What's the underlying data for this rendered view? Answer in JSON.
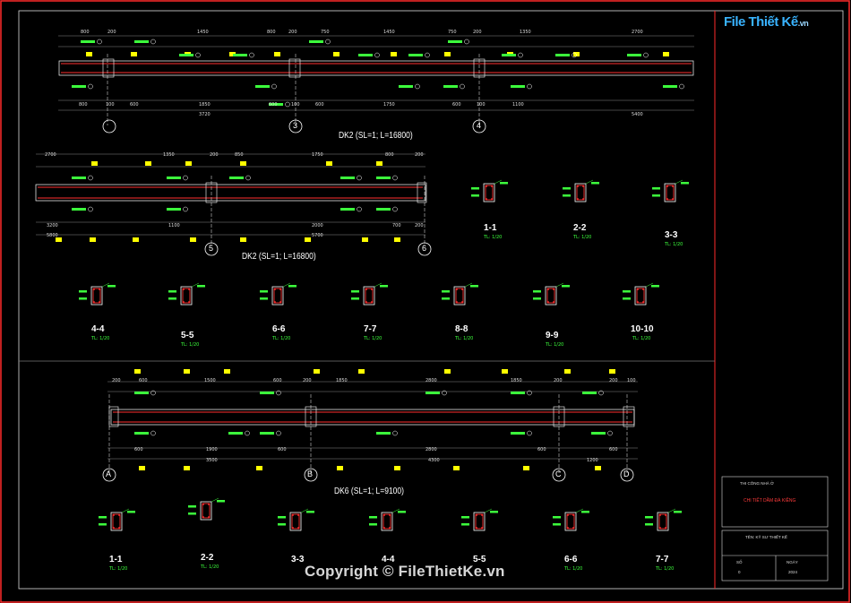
{
  "logo": {
    "brand": "File Thiết Kế",
    "suffix": ".vn"
  },
  "watermark": "Copyright © FileThietKe.vn",
  "beams": [
    {
      "title": "DK2 (SL=1; L=16800)",
      "axes": [
        "3",
        "4"
      ]
    },
    {
      "title": "DK2 (SL=1; L=16800)",
      "axes": [
        "5",
        "6"
      ]
    },
    {
      "title": "DK6 (SL=1; L=9100)",
      "axes": [
        "A",
        "B",
        "C",
        "D"
      ]
    }
  ],
  "sections_row1": [
    "1-1",
    "2-2",
    "3-3"
  ],
  "sections_row2": [
    "4-4",
    "5-5",
    "6-6",
    "7-7",
    "8-8",
    "9-9",
    "10-10"
  ],
  "sections_row3": [
    "1-1",
    "2-2",
    "3-3",
    "4-4",
    "5-5",
    "6-6",
    "7-7"
  ],
  "scale_label": "TL: 1/20",
  "dims_top": [
    "800",
    "200",
    "1450",
    "800",
    "200",
    "750",
    "1450",
    "750",
    "200",
    "1350",
    "2700"
  ],
  "dims_top_bottom": [
    "800",
    "100",
    "600",
    "1850",
    "600",
    "100",
    "600",
    "1750",
    "600",
    "100",
    "1100"
  ],
  "dims_top_totals": [
    "3720",
    "5400"
  ],
  "dims_mid": [
    "2700",
    "1350",
    "200",
    "850",
    "1750",
    "800",
    "200"
  ],
  "dims_mid_bottom": [
    "3200",
    "1100",
    "2000",
    "700",
    "200"
  ],
  "dims_mid_totals": [
    "5800",
    "5700"
  ],
  "dims_bot": [
    "200",
    "600",
    "1500",
    "600",
    "200",
    "1850",
    "2800",
    "1850",
    "200",
    "200",
    "100"
  ],
  "dims_bot_bottom": [
    "600",
    "1900",
    "600",
    "2800",
    "600",
    "600"
  ],
  "dims_bot_totals": [
    "3500",
    "4300",
    "1200"
  ],
  "title_block": {
    "project": "THI CÔNG NHÀ Ở",
    "drawing": "CHI TIẾT DẦM ĐÀ KIỀNG",
    "owner": "TÊN: KỸ SƯ THIẾT KẾ",
    "sheet_label": "SỐ",
    "sheet": "0",
    "date_label": "NGÀY",
    "date": "2024"
  },
  "colors": {
    "frame": "#ff2a2a",
    "rebar": "#ff3030",
    "concrete": "#ffffff",
    "dimension": "#8a8a8a",
    "label": "#3cff3c",
    "tag": "#ffff00"
  }
}
